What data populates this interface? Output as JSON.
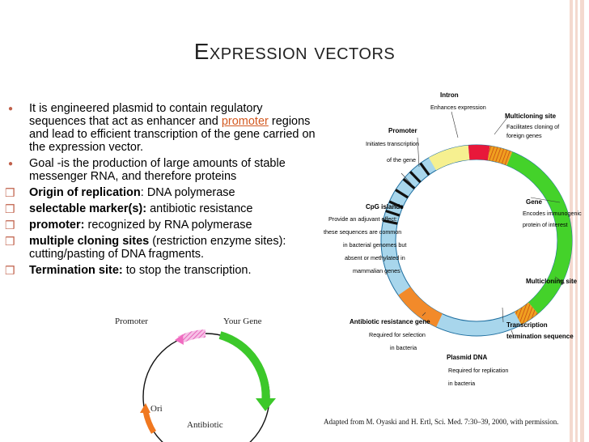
{
  "slide": {
    "title": "Expression vectors",
    "bullets": [
      {
        "style": "dot",
        "parts": [
          {
            "t": "It is engineered plasmid to contain regulatory sequences that act as enhancer and "
          },
          {
            "t": "promoter",
            "hl": true
          },
          {
            "t": " regions and lead to efficient transcription of the gene carried on the expression vector."
          }
        ]
      },
      {
        "style": "dot",
        "parts": [
          {
            "t": "Goal -is the production of large amounts of stable messenger RNA, and therefore proteins"
          }
        ]
      },
      {
        "style": "sq",
        "parts": [
          {
            "t": "Origin of replication",
            "b": true
          },
          {
            "t": ":  DNA polymerase"
          }
        ]
      },
      {
        "style": "sq",
        "parts": [
          {
            "t": "selectable marker(s):",
            "b": true
          },
          {
            "t": "  antibiotic resistance"
          }
        ]
      },
      {
        "style": "sq",
        "parts": [
          {
            "t": "promoter:",
            "b": true
          },
          {
            "t": "  recognized by RNA polymerase"
          }
        ]
      },
      {
        "style": "sq",
        "parts": [
          {
            "t": "multiple cloning sites",
            "b": true
          },
          {
            "t": " (restriction enzyme sites):  cutting/pasting of DNA fragments."
          }
        ]
      },
      {
        "style": "sq",
        "parts": [
          {
            "t": "Termination site:",
            "b": true
          },
          {
            "t": " to stop the transcription."
          }
        ]
      }
    ]
  },
  "left_diagram": {
    "promoter": "Promoter",
    "your_gene": "Your Gene",
    "ori": "Ori",
    "antibiotic": "Antibiotic"
  },
  "right_diagram": {
    "intron_title": "Intron",
    "intron_desc": "Enhances expression",
    "mcs1_title": "Multicloning site",
    "mcs1_desc1": "Facilitates cloning of",
    "mcs1_desc2": "foreign genes",
    "promoter_title": "Promoter",
    "promoter_desc1": "Initiates transcription",
    "promoter_desc2": "of the gene",
    "gene_title": "Gene",
    "gene_desc1": "Encodes immunogenic",
    "gene_desc2": "protein of interest",
    "cpg_title": "CpG islands",
    "cpg_desc1": "Provide an adjuvant effect:",
    "cpg_desc2": "these sequences are common",
    "cpg_desc3": "in bacterial genomes but",
    "cpg_desc4": "absent or methylated in",
    "cpg_desc5": "mammalian genes",
    "mcs2_title": "Multicloning site",
    "arg_title": "Antibiotic resistance gene",
    "arg_desc1": "Required for selection",
    "arg_desc2": "in bacteria",
    "term_title1": "Transcription",
    "term_title2": "termination sequence",
    "plasmid_title": "Plasmid DNA",
    "plasmid_desc1": "Required for replication",
    "plasmid_desc2": "in bacteria",
    "caption": "Adapted from M. Oyaski and H. Ertl, Sci. Med. 7:30–39, 2000, with permission."
  },
  "colors": {
    "accent": "#d35a21",
    "bullet_mark": "#c0604a",
    "gene_green": "#3cc82a",
    "promoter_pink": "#f06bc0",
    "ori_orange": "#f07820",
    "antibiotic_blue": "#1a2ad0",
    "ring_light_blue": "#a8d6ec",
    "intron_red": "#e8183a",
    "mcs_orange": "#f0a020",
    "promoter_yellow": "#f6f090",
    "gene_green_right": "#44d22a",
    "antibiotic_orange": "#f28a2a"
  }
}
